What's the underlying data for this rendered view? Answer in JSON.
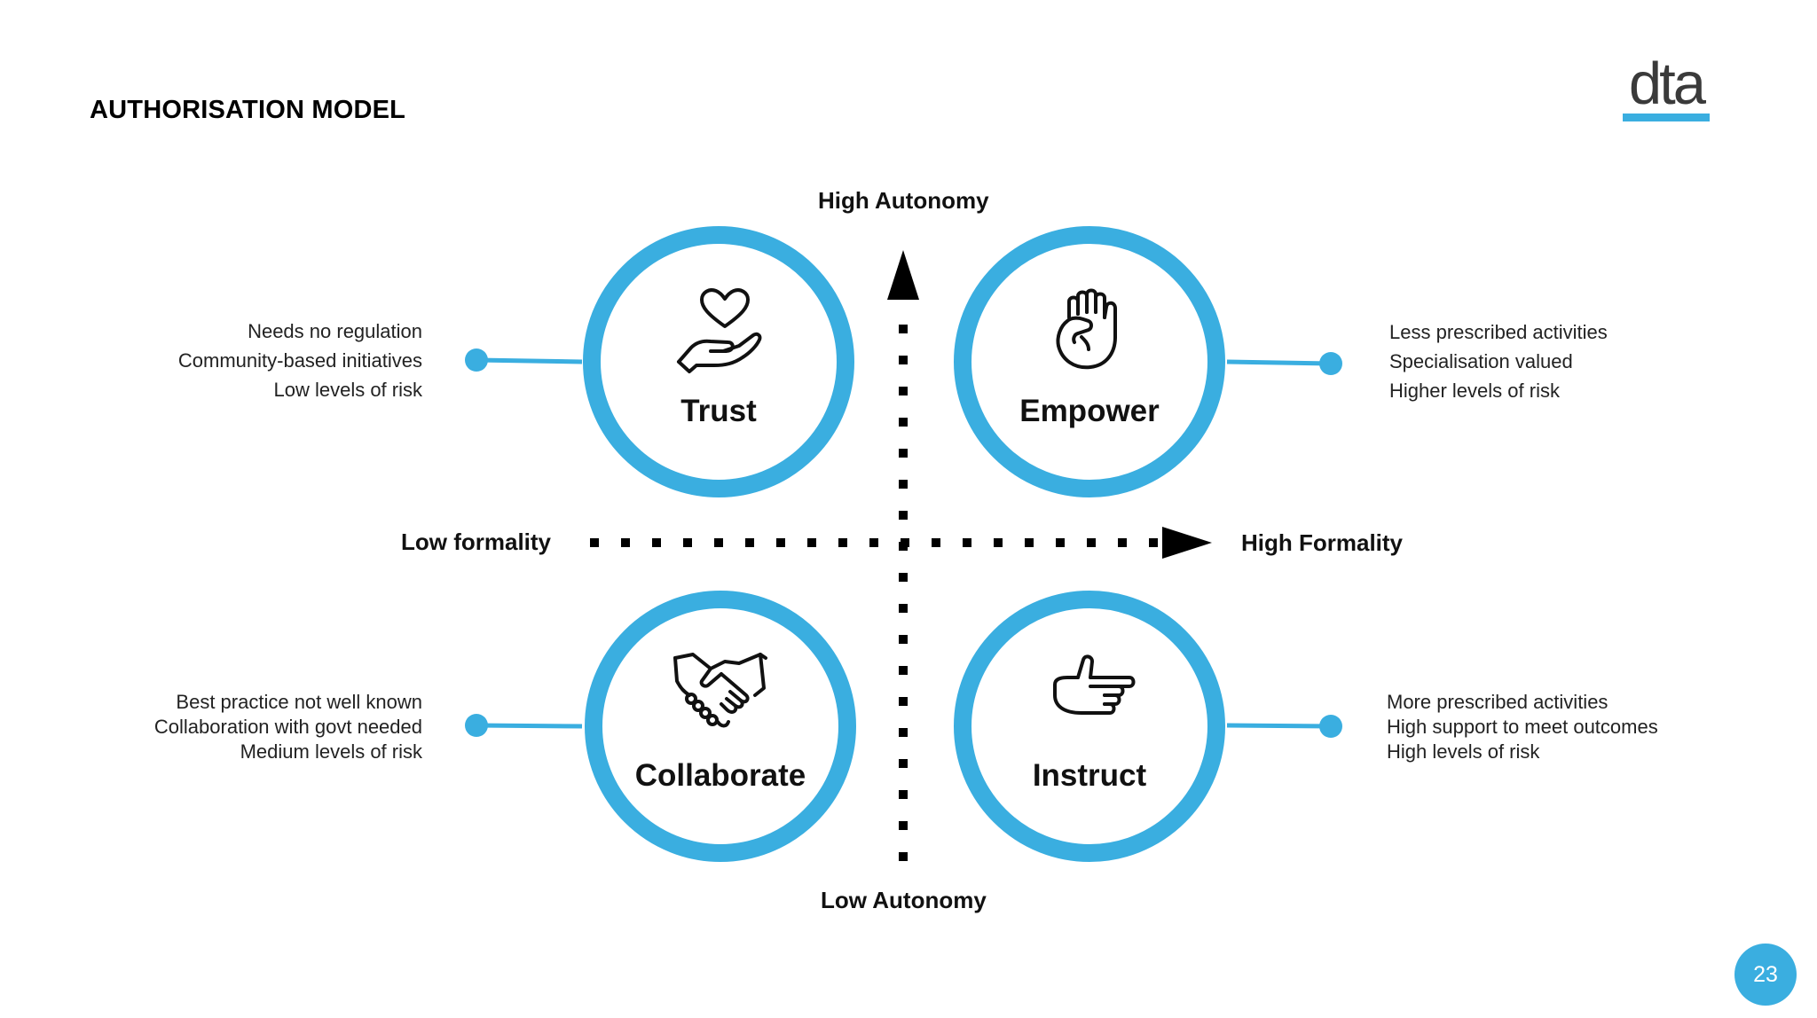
{
  "slide": {
    "title": "AUTHORISATION MODEL",
    "logo_text": "dta",
    "page_number": "23"
  },
  "colors": {
    "accent": "#3aaee0",
    "text": "#111111",
    "background": "#ffffff"
  },
  "axes": {
    "top": "High Autonomy",
    "bottom": "Low Autonomy",
    "left": "Low formality",
    "right": "High Formality"
  },
  "quadrants": {
    "trust": {
      "title": "Trust",
      "icon": "heart-hand-icon",
      "description": [
        "Needs no regulation",
        "Community-based initiatives",
        "Low levels of risk"
      ]
    },
    "empower": {
      "title": "Empower",
      "icon": "raised-fist-icon",
      "description": [
        "Less prescribed activities",
        "Specialisation valued",
        "Higher levels of risk"
      ]
    },
    "collaborate": {
      "title": "Collaborate",
      "icon": "handshake-icon",
      "description": [
        "Best practice not well known",
        "Collaboration with govt needed",
        "Medium levels of risk"
      ]
    },
    "instruct": {
      "title": "Instruct",
      "icon": "pointing-hand-icon",
      "description": [
        "More prescribed activities",
        "High support to meet outcomes",
        "High levels of risk"
      ]
    }
  }
}
